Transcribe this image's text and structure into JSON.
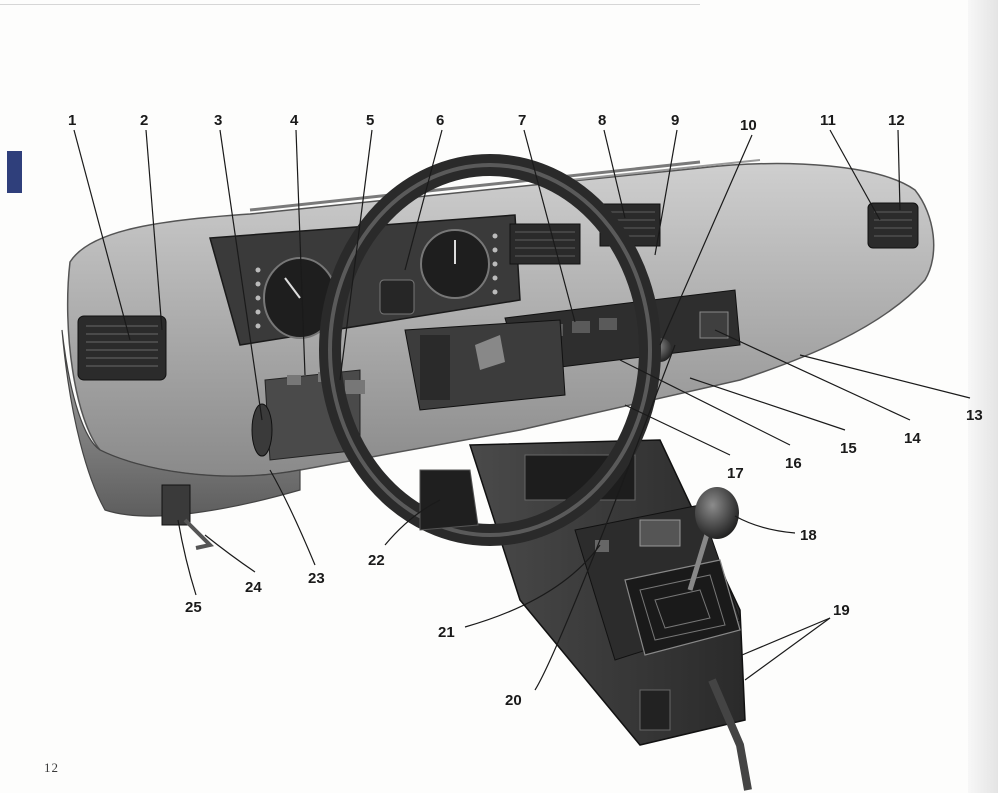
{
  "page": {
    "page_number": "12",
    "section_tab_color": "#2f3f7b"
  },
  "illustration": {
    "callouts": [
      "1",
      "2",
      "3",
      "4",
      "5",
      "6",
      "7",
      "8",
      "9",
      "10",
      "11",
      "12",
      "13",
      "14",
      "15",
      "16",
      "17",
      "18",
      "19",
      "20",
      "21",
      "22",
      "23",
      "24",
      "25"
    ]
  }
}
